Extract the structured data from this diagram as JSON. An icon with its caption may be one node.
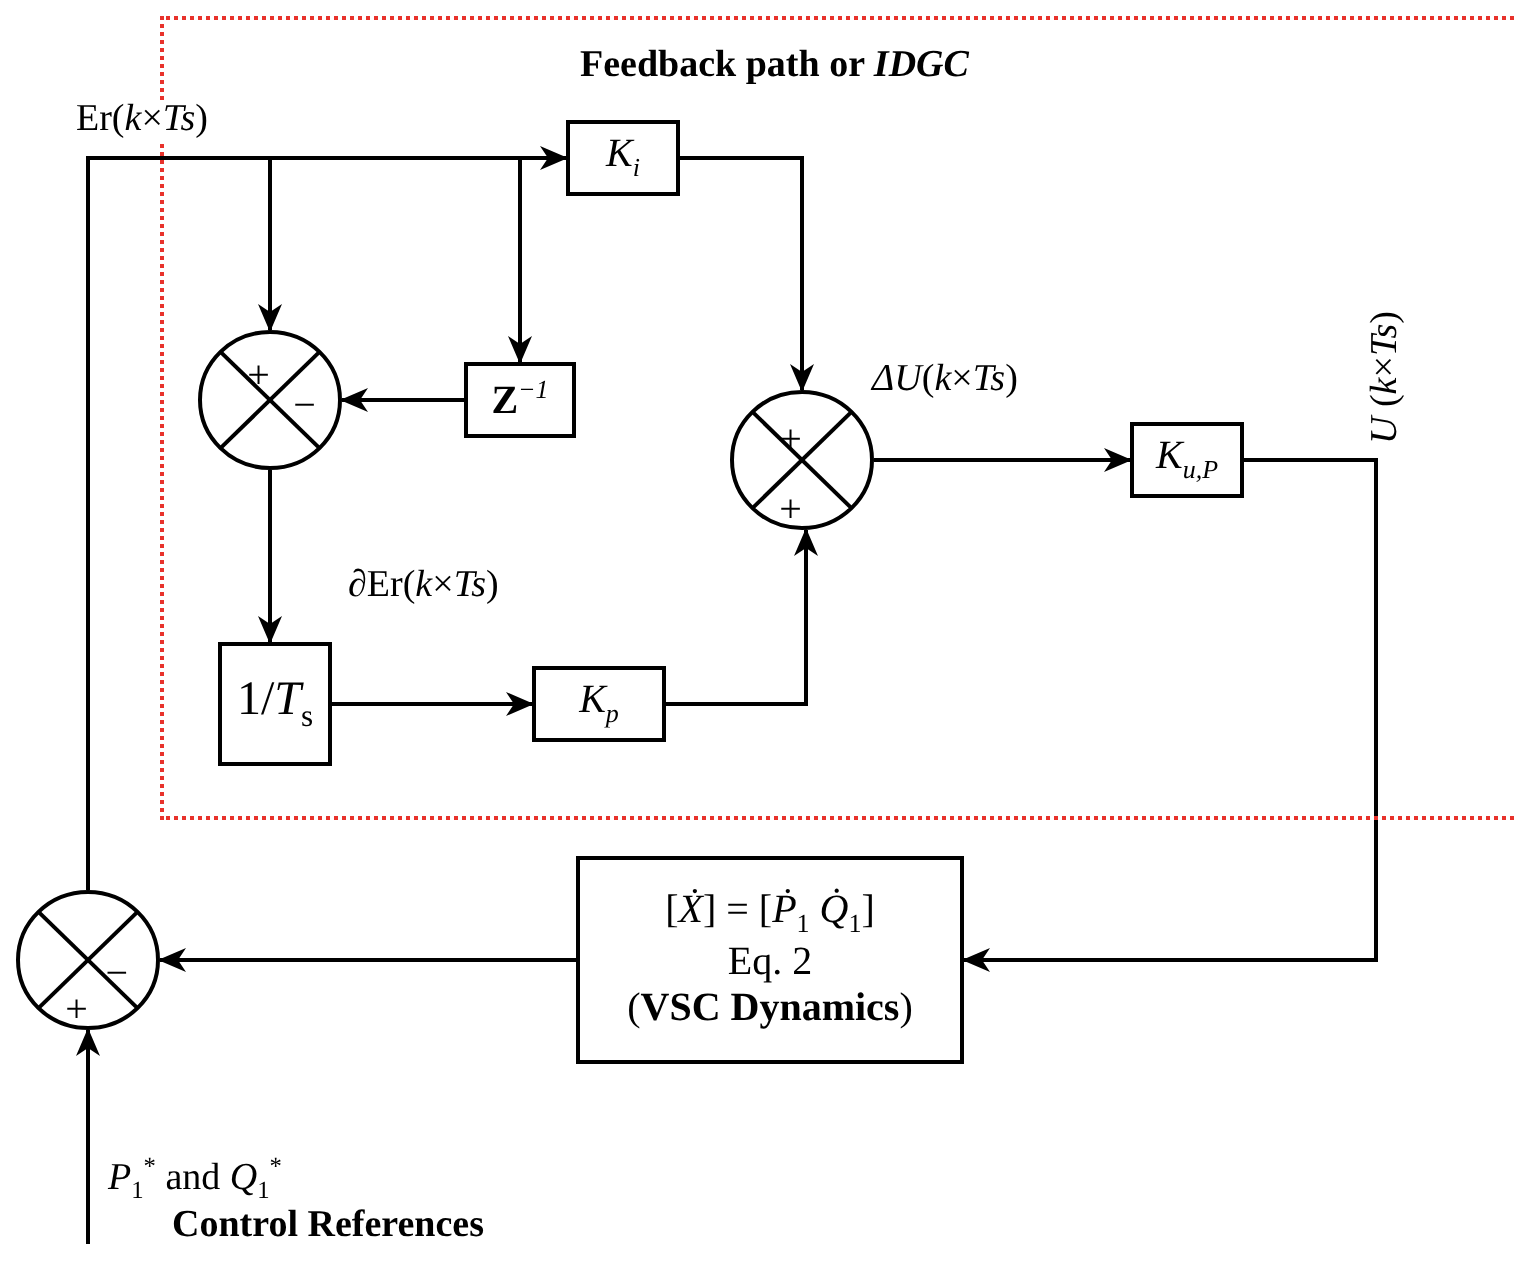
{
  "diagram": {
    "nodes": [
      {
        "text": [
          "Feedback path or *IDGC*"
        ]
      },
      {
        "text": [
          "+",
          "−"
        ],
        "in": 0
      },
      {
        "text": [
          "**Z**$^{−1}$"
        ],
        "in": 0
      },
      {
        "text": [
          "K$_{i}$"
        ],
        "in": 0
      },
      {
        "text": [
          "+",
          "+"
        ],
        "in": 0
      },
      {
        "text": [
          "1/*T*$_{s}$"
        ],
        "in": 0
      },
      {
        "text": [
          "K$_{p}$"
        ],
        "in": 0
      },
      {
        "text": [
          "K$_{u,P}$"
        ],
        "in": 0
      },
      {
        "text": [
          "[*Ẋ*] = [*Ṗ*$_{1}$  *Q̇*$_{1}$]",
          "Eq. 2",
          "(**VSC Dynamics**)"
        ]
      },
      {
        "text": [
          "−",
          "+"
        ]
      }
    ],
    "edges": [
      {
        "from": 9,
        "to": 3,
        "arrow": "to",
        "label": "Er(*k*×*Ts*)"
      },
      {
        "from": 9,
        "to": 1,
        "arrow": "to"
      },
      {
        "from": 9,
        "to": 2,
        "arrow": "to"
      },
      {
        "from": 2,
        "to": 1,
        "arrow": "to"
      },
      {
        "from": 1,
        "to": 5,
        "arrow": "to",
        "label": "∂Er(*k*×*Ts*)"
      },
      {
        "from": 3,
        "to": 4,
        "arrow": "to"
      },
      {
        "from": 5,
        "to": 6,
        "arrow": "to"
      },
      {
        "from": 6,
        "to": 4,
        "arrow": "to"
      },
      {
        "from": 4,
        "to": 7,
        "arrow": "to",
        "label": "*ΔU*(*k*×*Ts*)"
      },
      {
        "from": 7,
        "to": 8,
        "arrow": "to",
        "label": "*U* (*k*×*Ts*)"
      },
      {
        "from": 8,
        "to": 9,
        "arrow": "to"
      },
      {
        "from": null,
        "to": 9,
        "arrow": "to"
      }
    ],
    "labels": [
      "*P*$_{1}$$^{*}$ and *Q*$_{1}$$^{*}$",
      "Control References"
    ]
  }
}
